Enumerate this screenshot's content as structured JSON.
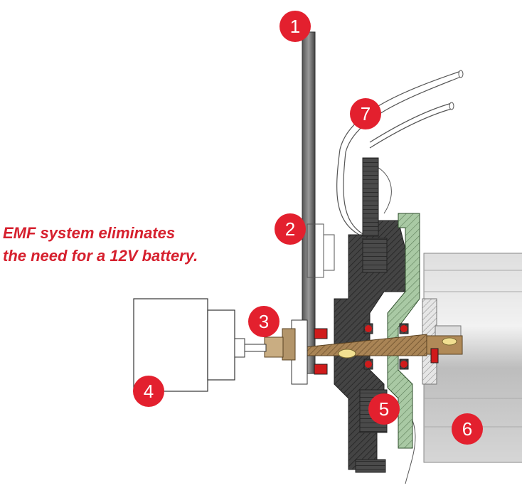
{
  "caption": {
    "line1": "EMF system eliminates",
    "line2": "the need for a 12V battery."
  },
  "callouts": [
    {
      "label": "1"
    },
    {
      "label": "2"
    },
    {
      "label": "3"
    },
    {
      "label": "4"
    },
    {
      "label": "5"
    },
    {
      "label": "6"
    },
    {
      "label": "7"
    }
  ],
  "colors": {
    "callout_red": "#e3202e",
    "caption_red": "#d6202e",
    "housing_dark": "#3b3b3b",
    "flange_green": "#a9c9a4",
    "shaft_brass": "#9a7a4a",
    "bearing_red": "#d01b1b",
    "motor_gray": "#c8c8c8"
  }
}
